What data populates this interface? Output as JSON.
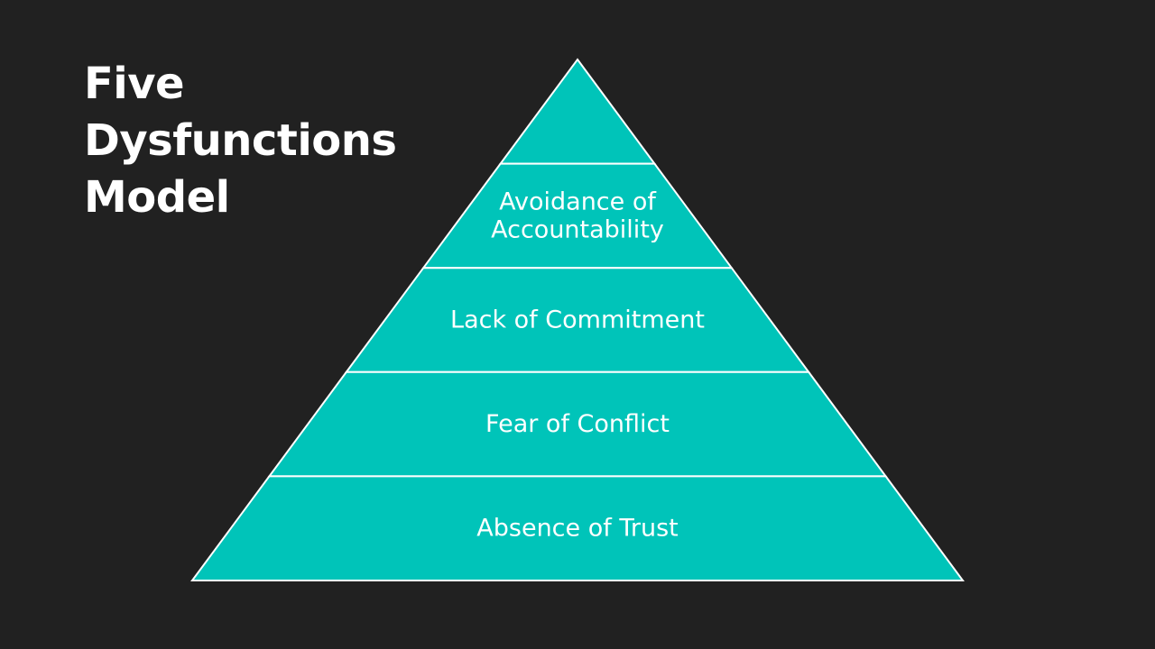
{
  "slide": {
    "title_lines": [
      "Five",
      "Dysfunctions",
      "Model"
    ],
    "background_color": "#212121",
    "accent_color": "#00c4b9"
  },
  "pyramid": {
    "tiers": [
      {
        "lines": []
      },
      {
        "lines": [
          "Avoidance of",
          "Accountability"
        ]
      },
      {
        "lines": [
          "Lack of Commitment"
        ]
      },
      {
        "lines": [
          "Fear of Conflict"
        ]
      },
      {
        "lines": [
          "Absence of Trust"
        ]
      }
    ]
  }
}
